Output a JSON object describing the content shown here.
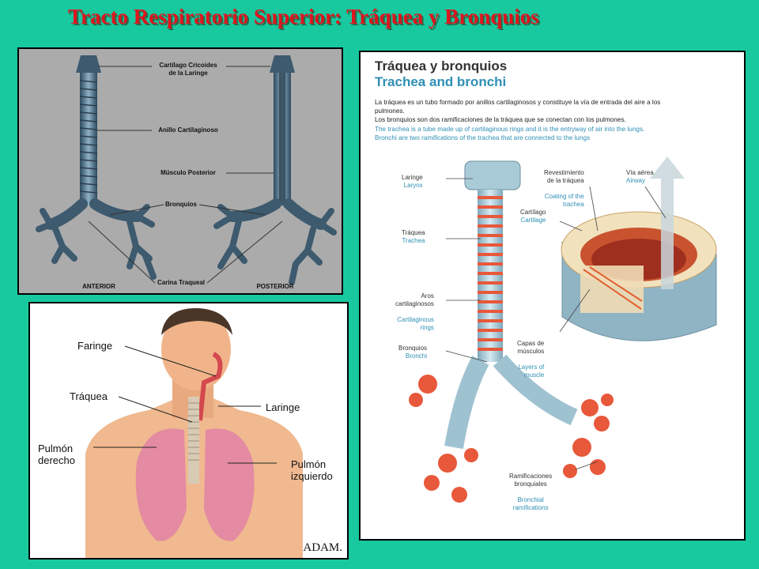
{
  "title": "Tracto Respiratorio Superior: Tráquea y Bronquios",
  "top_left": {
    "labels": {
      "cricoides": "Cartílago Cricoides\nde la Laringe",
      "anillo": "Anillo Cartilaginoso",
      "musculo": "Músculo Posterior",
      "bronquios": "Bronquios",
      "anterior": "ANTERIOR",
      "carina": "Carina Traqueal",
      "posterior": "POSTERIOR"
    }
  },
  "bottom_left": {
    "labels": {
      "faringe": "Faringe",
      "traquea": "Tráquea",
      "laringe": "Laringe",
      "pulmon_derecho": "Pulmón\nderecho",
      "pulmon_izquierdo": "Pulmón\nizquierdo"
    },
    "logo": "ADAM."
  },
  "right": {
    "title_es": "Tráquea y bronquios",
    "title_en": "Trachea and bronchi",
    "desc_es": "La tráquea es un tubo formado por anillos cartilaginosos y constituye la vía de entrada del aire a los pulmones.\nLos bronquios son dos ramificaciones de la tráquea que se conectan con los pulmones.",
    "desc_en": "The trachea is a tube made up of cartilaginous rings and it is the entryway of air into the lungs.\nBronchi are two ramifications of the trachea that are connected to the lungs",
    "labels": {
      "laringe_es": "Laringe",
      "laringe_en": "Larynx",
      "traquea_es": "Tráquea",
      "traquea_en": "Trachea",
      "aros_es": "Aros\ncartilaginosos",
      "aros_en": "Cartilaginous\nrings",
      "bronquios_es": "Bronquios",
      "bronquios_en": "Bronchi",
      "revest_es": "Revestimiento\nde la tráquea",
      "revest_en": "Coating of the\ntrachea",
      "via_es": "Vía aérea",
      "via_en": "Airway",
      "cartilago_es": "Cartílago",
      "cartilago_en": "Cartilage",
      "capas_es": "Capas de\nmúsculos",
      "capas_en": "Layers of\nmuscle",
      "ramif_es": "Ramificaciones\nbronquiales",
      "ramif_en": "Bronchial\nramifications"
    }
  },
  "colors": {
    "background": "#18c9a0",
    "title_red": "#e0141e",
    "english_blue": "#2f8fb5",
    "trachea_blue": "#4e6e82",
    "bronchi_orange": "#e8583a"
  }
}
